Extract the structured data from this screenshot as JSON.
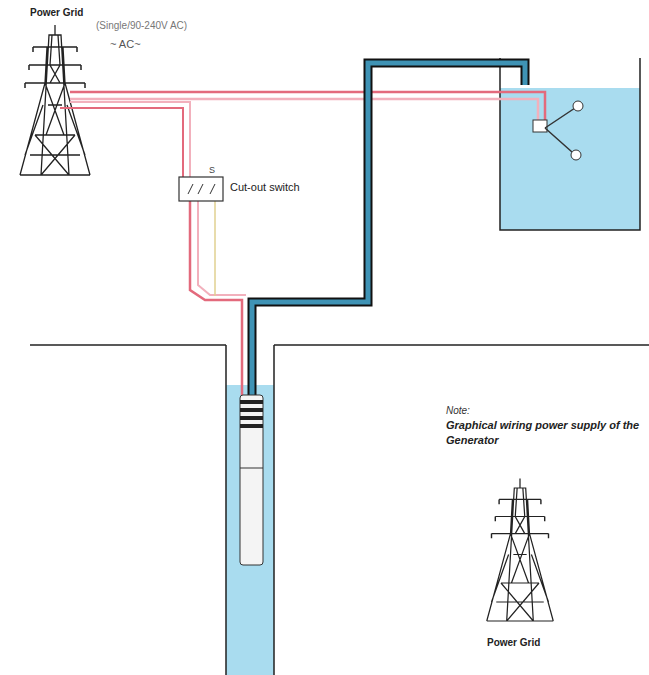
{
  "diagram": {
    "nodes": [
      {
        "text": [
          "Cut-out switch"
        ]
      }
    ],
    "labels": [
      "Power Grid",
      "(Single/90-240V AC)",
      "~ AC~",
      "S",
      "Note:",
      "Graphical wiring power supply of the Generator",
      "Power Grid"
    ]
  }
}
